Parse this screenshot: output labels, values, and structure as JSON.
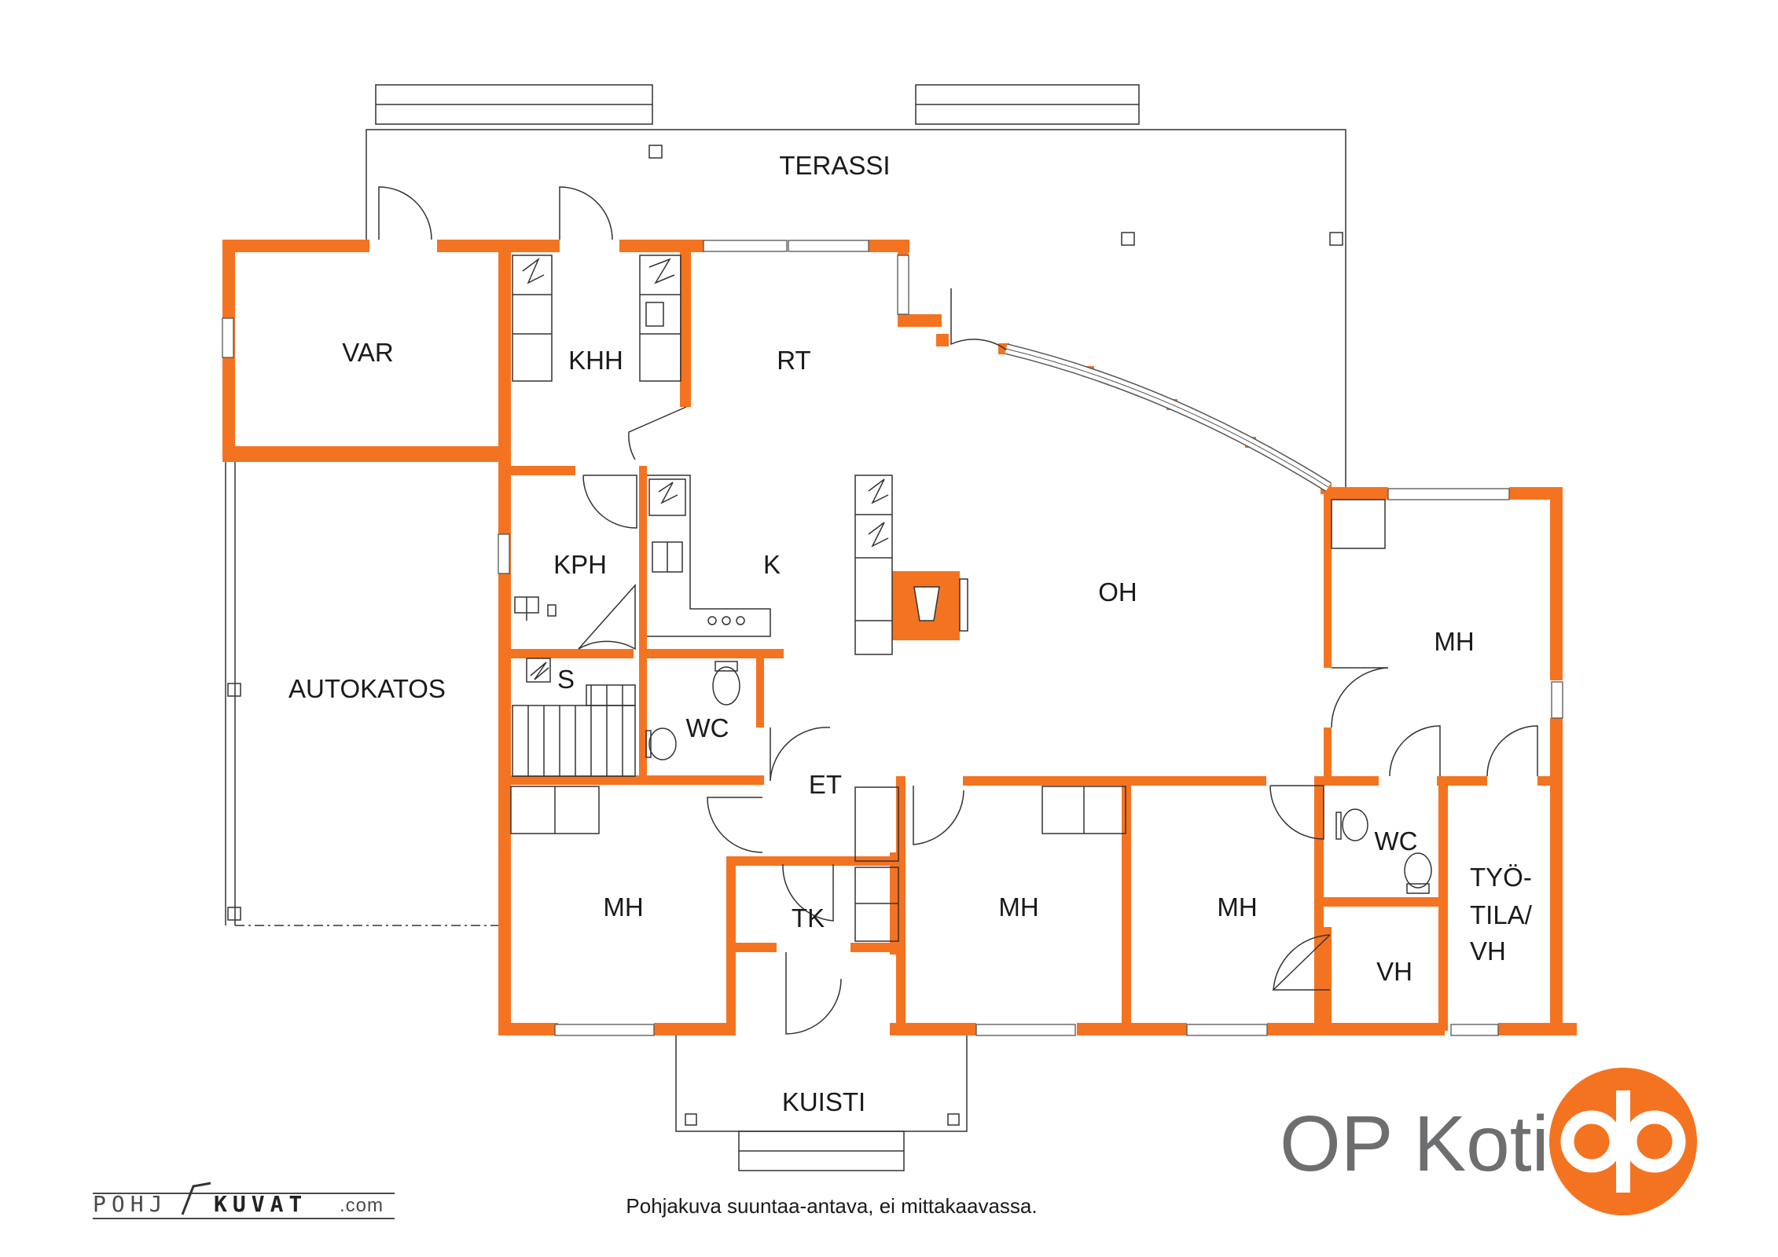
{
  "rooms": {
    "terassi": "TERASSI",
    "var": "VAR",
    "khh": "KHH",
    "rt": "RT",
    "kph": "KPH",
    "k": "K",
    "oh": "OH",
    "autokatos": "AUTOKATOS",
    "s": "S",
    "wc_1": "WC",
    "et": "ET",
    "mh_east": "MH",
    "mh_1": "MH",
    "tk": "TK",
    "mh_2": "MH",
    "mh_3": "MH",
    "wc_2": "WC",
    "vh": "VH",
    "tyotila_line1": "TYÖ-",
    "tyotila_line2": "TILA/",
    "tyotila_line3": "VH",
    "kuisti": "KUISTI"
  },
  "branding": {
    "name": "OP Koti",
    "logo_color": "#f47321"
  },
  "disclaimer": "Pohjakuva suuntaa-antava, ei mittakaavassa.",
  "site_logo": {
    "part1": "POHJ",
    "part2": "KUVAT",
    "part3": ".com"
  },
  "colors": {
    "wall": "#f47321",
    "line": "#333333"
  }
}
